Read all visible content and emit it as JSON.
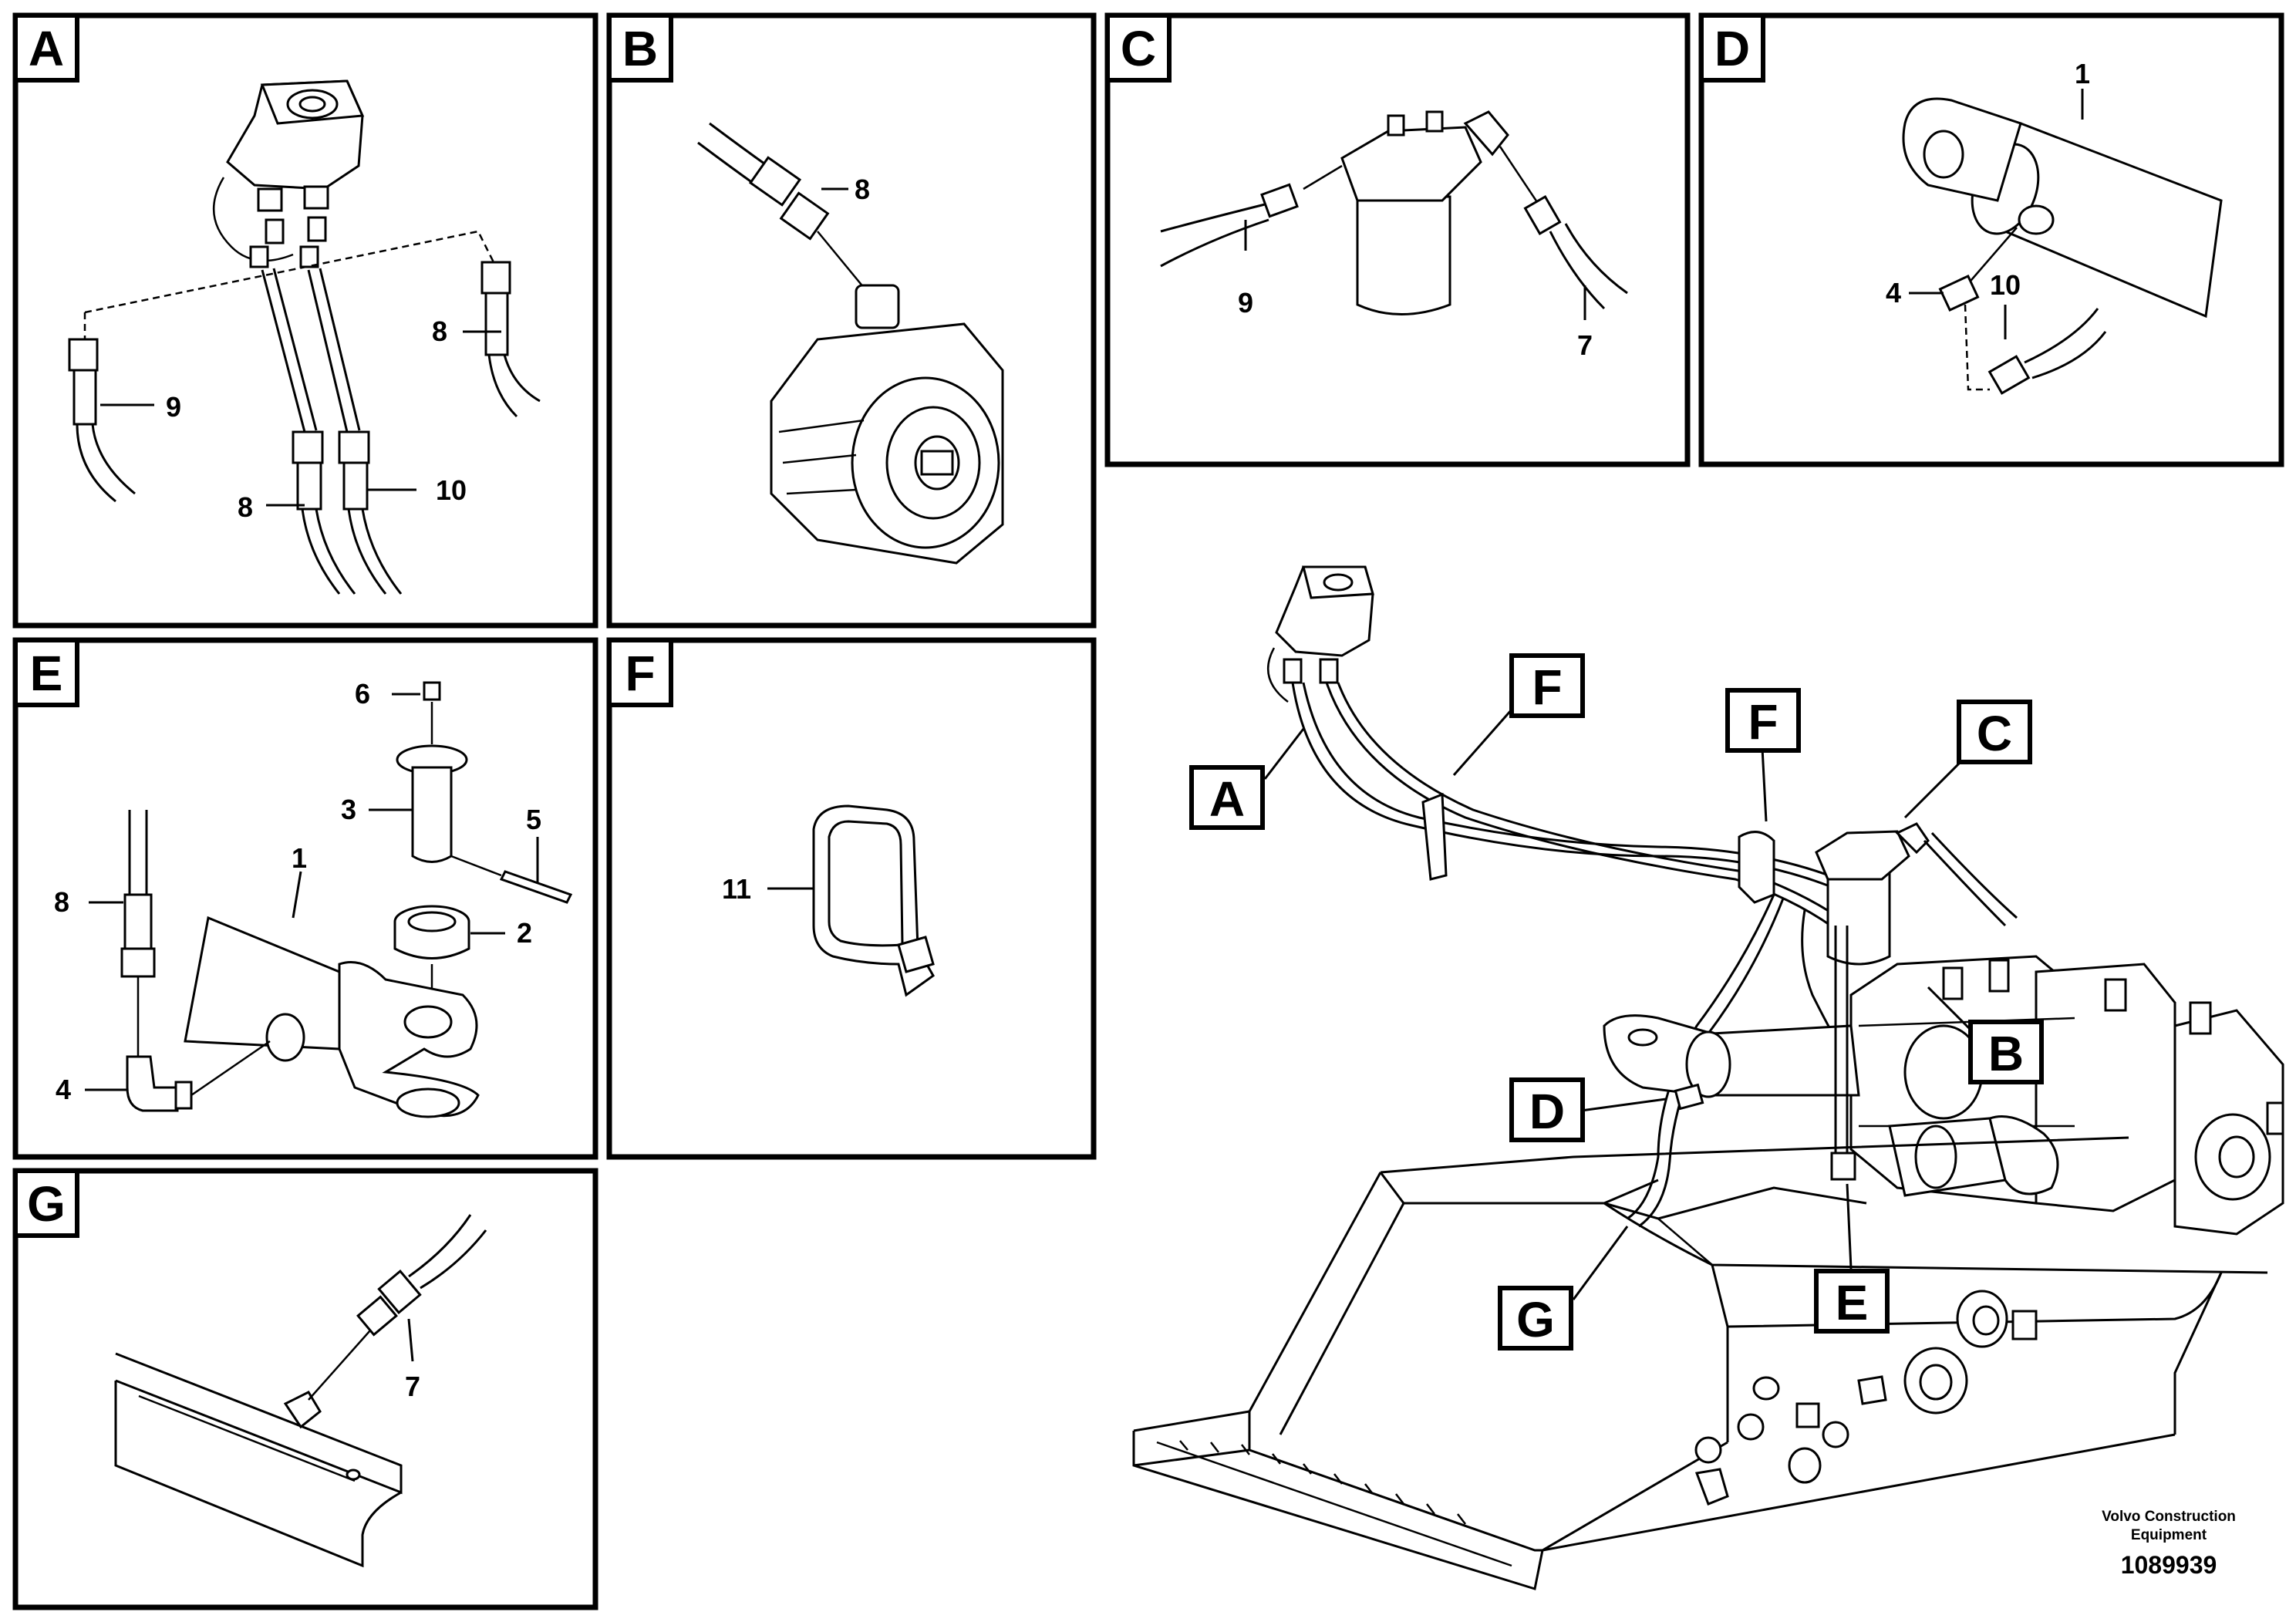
{
  "panels": {
    "a": {
      "letter": "A",
      "callouts": [
        "9",
        "8",
        "8",
        "10"
      ]
    },
    "b": {
      "letter": "B",
      "callouts": [
        "8"
      ]
    },
    "c": {
      "letter": "C",
      "callouts": [
        "9",
        "7"
      ]
    },
    "d": {
      "letter": "D",
      "callouts": [
        "1",
        "4",
        "10"
      ]
    },
    "e": {
      "letter": "E",
      "callouts": [
        "6",
        "3",
        "5",
        "8",
        "1",
        "2",
        "4"
      ]
    },
    "f": {
      "letter": "F",
      "callouts": [
        "11"
      ]
    },
    "g": {
      "letter": "G",
      "callouts": [
        "7"
      ]
    }
  },
  "overview": {
    "labels": [
      "A",
      "F",
      "F",
      "C",
      "B",
      "D",
      "G",
      "E"
    ]
  },
  "credit": {
    "line1": "Volvo Construction",
    "line2": "Equipment",
    "number": "1089939"
  }
}
